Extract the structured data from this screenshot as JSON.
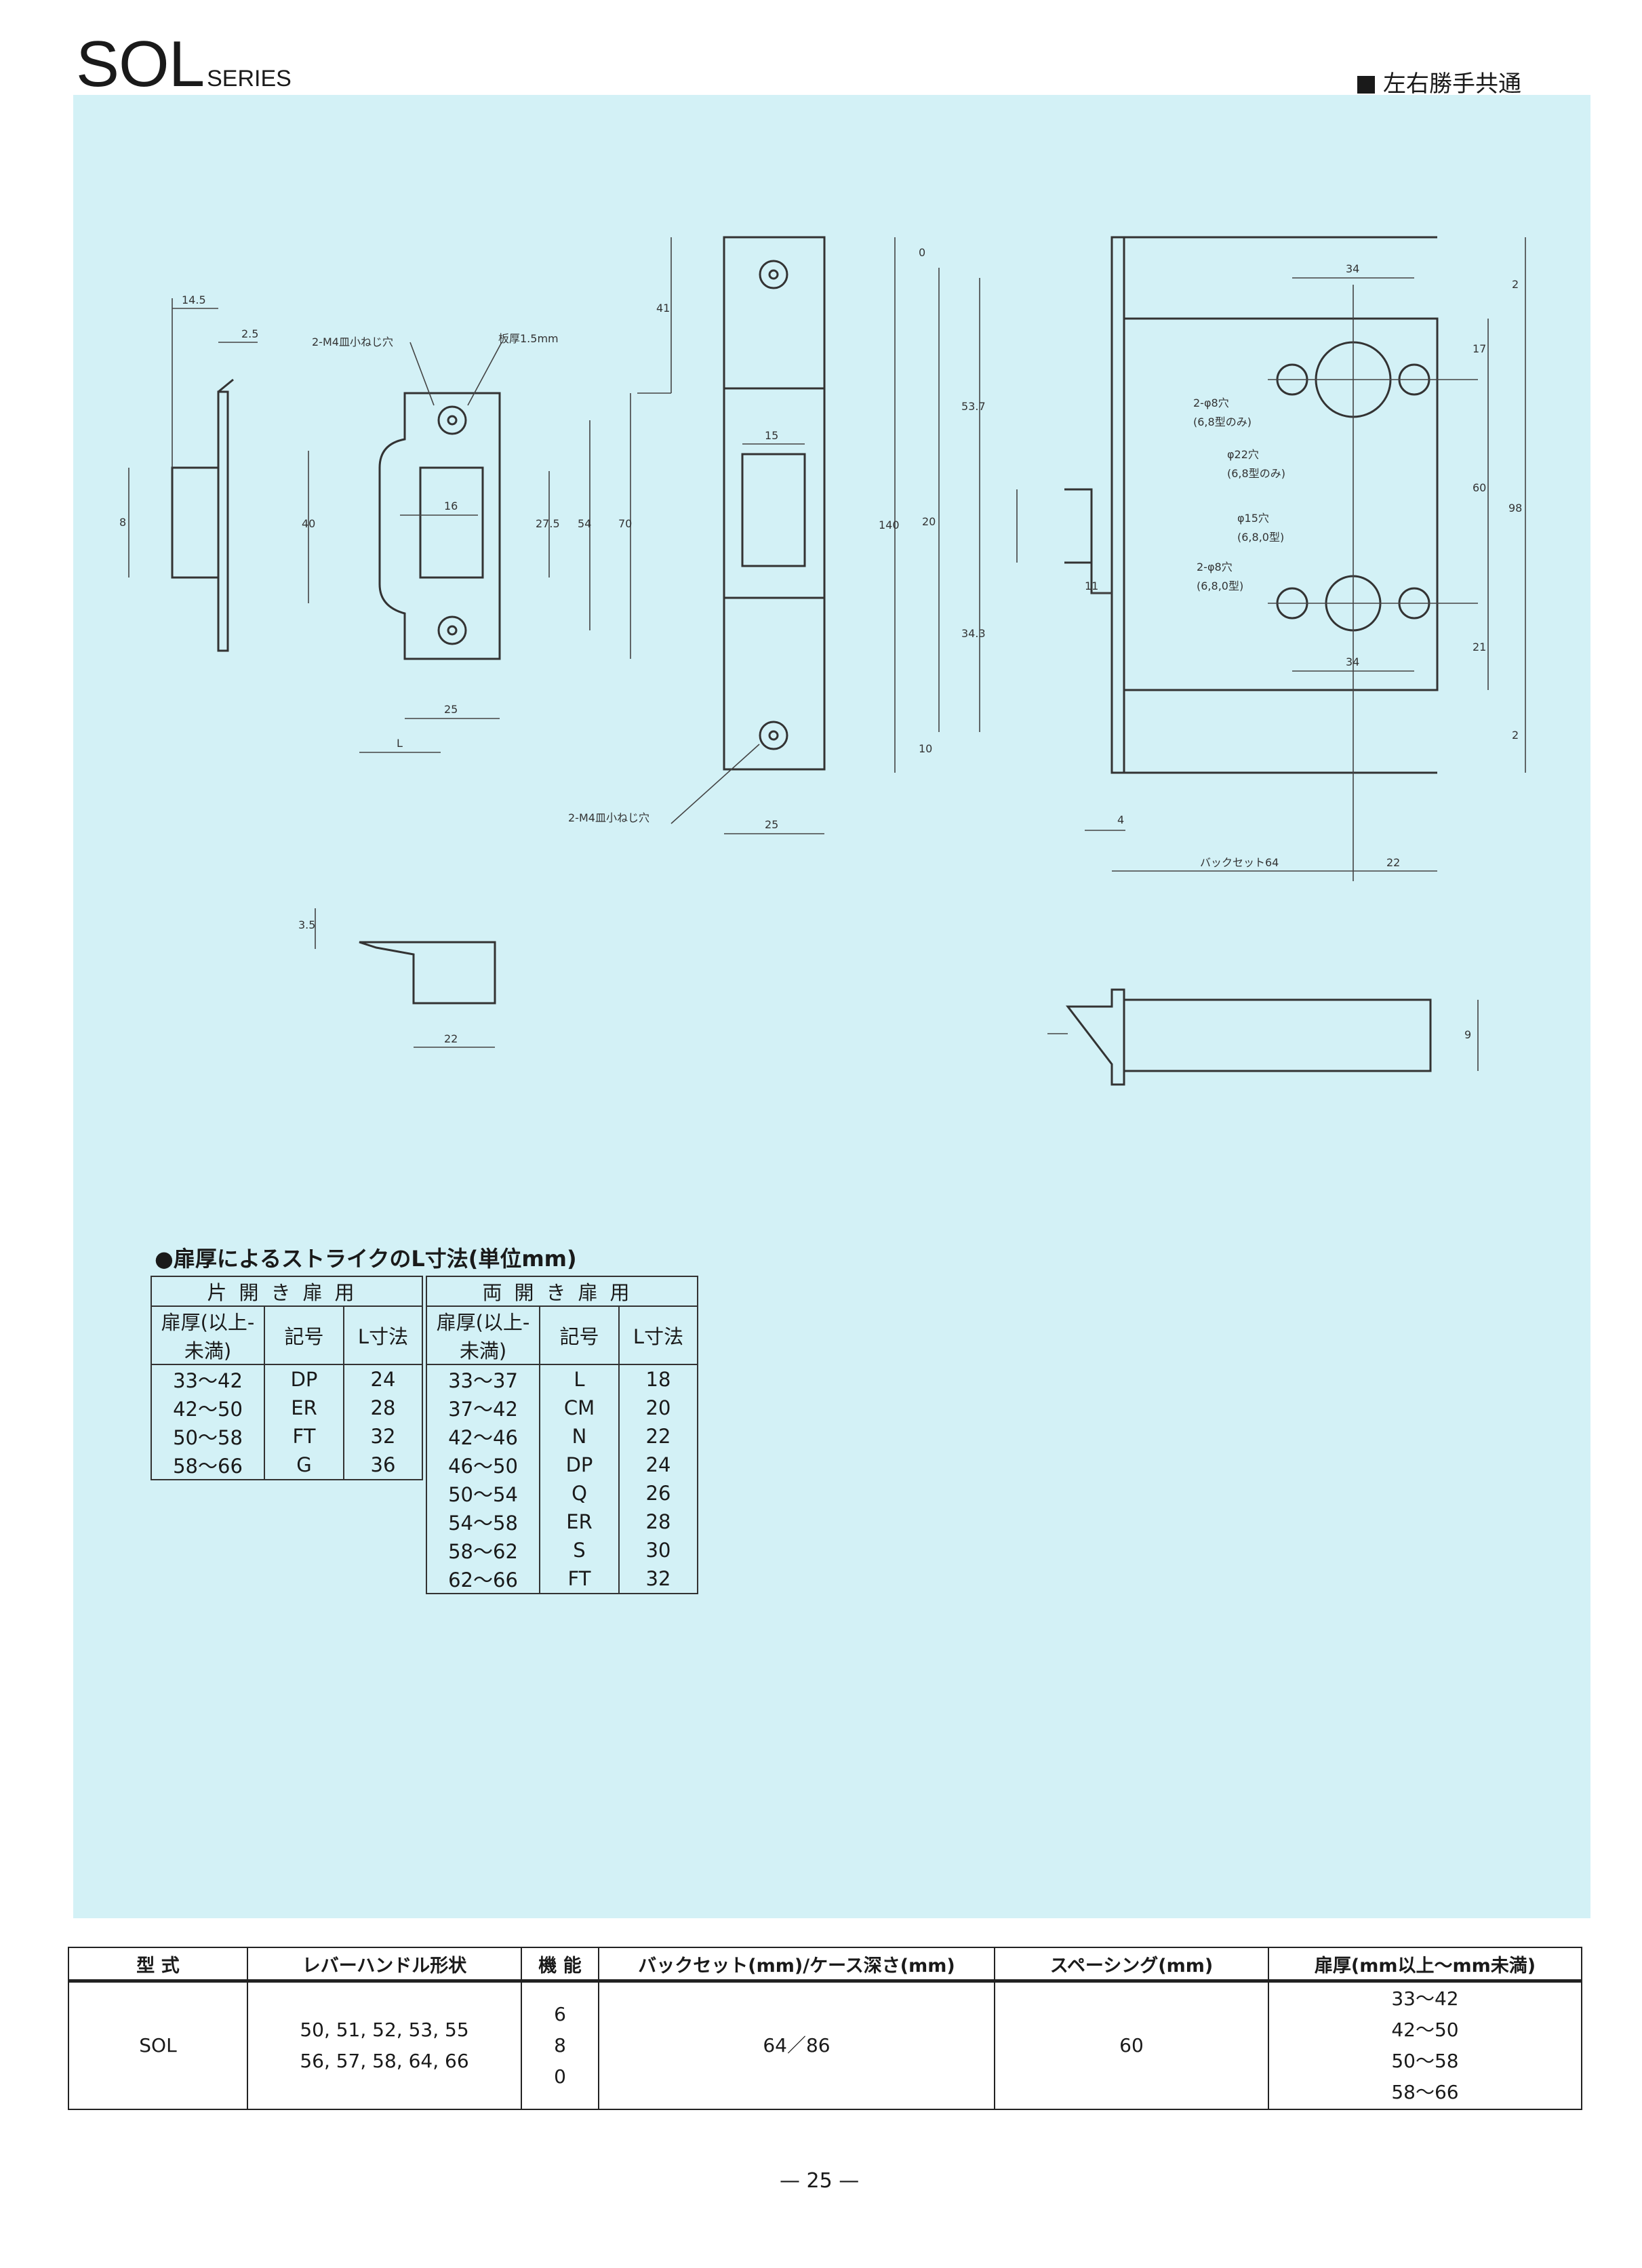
{
  "header": {
    "series_title": "SOL",
    "series_suffix": "SERIES",
    "note": "左右勝手共通"
  },
  "drawing_labels": {
    "strike_screw": "2-M4皿小ねじ穴",
    "plate_thickness": "板厚1.5mm",
    "front_screw": "2-M4皿小ねじ穴",
    "hole_8_top": "2-φ8穴",
    "hole_8_top_note": "(6,8型のみ)",
    "hole_22": "φ22穴",
    "hole_22_note": "(6,8型のみ)",
    "hole_15": "φ15穴",
    "hole_15_note": "(6,8,0型)",
    "hole_8_bottom": "2-φ8穴",
    "hole_8_bottom_note": "(6,8,0型)",
    "backset": "バックセット64",
    "dims": {
      "d14_5": "14.5",
      "d2_5": "2.5",
      "d8": "8",
      "d40": "40",
      "d16": "16",
      "d27_5": "27.5",
      "d54": "54",
      "d70": "70",
      "d25a": "25",
      "dL": "L",
      "d41": "41",
      "d15": "15",
      "d140": "140",
      "d25b": "25",
      "d0": "0",
      "d53_7": "53.7",
      "d20": "20",
      "d34_3": "34.3",
      "d10": "10",
      "d11": "11",
      "d34a": "34",
      "d34b": "34",
      "d17": "17",
      "d60": "60",
      "d98": "98",
      "d2a": "2",
      "d2b": "2",
      "d21": "21",
      "d4": "4",
      "d22a": "22",
      "d22b": "22",
      "d3_5": "3.5",
      "d9": "9"
    }
  },
  "strike_table": {
    "title": "●扉厚によるストライクのL寸法(単位mm)",
    "single": {
      "group": "片開き扉用",
      "headers": [
        "扉厚(以上-未満)",
        "記号",
        "L寸法"
      ],
      "rows": [
        [
          "33～42",
          "DP",
          "24"
        ],
        [
          "42～50",
          "ER",
          "28"
        ],
        [
          "50～58",
          "FT",
          "32"
        ],
        [
          "58～66",
          "G",
          "36"
        ]
      ]
    },
    "double": {
      "group": "両開き扉用",
      "headers": [
        "扉厚(以上-未満)",
        "記号",
        "L寸法"
      ],
      "rows": [
        [
          "33～37",
          "L",
          "18"
        ],
        [
          "37～42",
          "CM",
          "20"
        ],
        [
          "42～46",
          "N",
          "22"
        ],
        [
          "46～50",
          "DP",
          "24"
        ],
        [
          "50～54",
          "Q",
          "26"
        ],
        [
          "54～58",
          "ER",
          "28"
        ],
        [
          "58～62",
          "S",
          "30"
        ],
        [
          "62～66",
          "FT",
          "32"
        ]
      ]
    }
  },
  "spec_table": {
    "headers": [
      "型 式",
      "レバーハンドル形状",
      "機 能",
      "バックセット(mm)/ケース深さ(mm)",
      "スペーシング(mm)",
      "扉厚(mm以上～mm未満)"
    ],
    "model": "SOL",
    "handle_shapes": [
      "50, 51, 52, 53, 55",
      "56, 57, 58, 64, 66"
    ],
    "functions": [
      "6",
      "8",
      "0"
    ],
    "backset_case": "64／86",
    "spacing": "60",
    "door_thickness": [
      "33～42",
      "42～50",
      "50～58",
      "58～66"
    ]
  },
  "page_number": "— 25 —"
}
